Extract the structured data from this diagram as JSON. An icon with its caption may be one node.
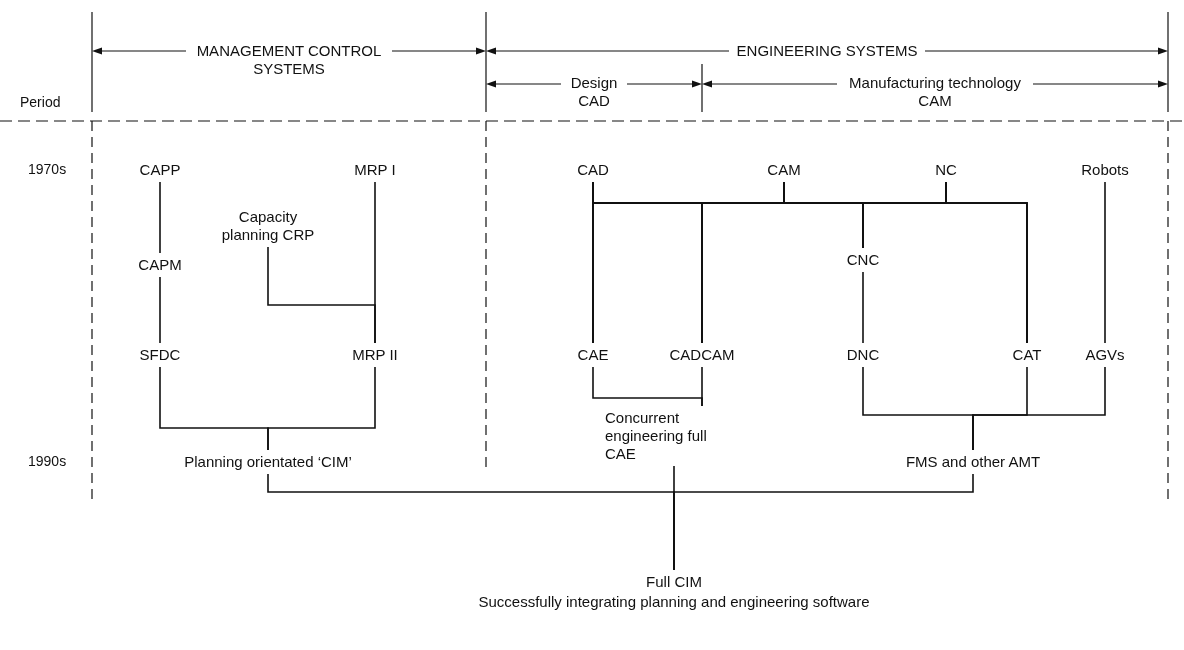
{
  "diagram": {
    "nodes": [
      {
        "text": [
          "CAPP"
        ]
      },
      {
        "text": [
          "MRP I"
        ]
      },
      {
        "text": [
          "Capacity planning CRP"
        ]
      },
      {
        "text": [
          "CAPM"
        ]
      },
      {
        "text": [
          "SFDC"
        ]
      },
      {
        "text": [
          "MRP II"
        ]
      },
      {
        "text": [
          "Planning orientated ‘CIM’"
        ]
      },
      {
        "text": [
          "CAD"
        ]
      },
      {
        "text": [
          "CAM"
        ]
      },
      {
        "text": [
          "NC"
        ]
      },
      {
        "text": [
          "Robots"
        ]
      },
      {
        "text": [
          "CNC"
        ]
      },
      {
        "text": [
          "CAE"
        ]
      },
      {
        "text": [
          "CADCAM"
        ]
      },
      {
        "text": [
          "DNC"
        ]
      },
      {
        "text": [
          "CAT"
        ]
      },
      {
        "text": [
          "AGVs"
        ]
      },
      {
        "text": [
          "Concurrent engineering full CAE"
        ]
      },
      {
        "text": [
          "FMS and other AMT"
        ]
      },
      {
        "text": [
          "Full CIM",
          "Successfully integrating planning and engineering software"
        ]
      }
    ],
    "edges": [
      {
        "from": 0,
        "to": 3,
        "arrow": "none"
      },
      {
        "from": 3,
        "to": 4,
        "arrow": "none"
      },
      {
        "from": 1,
        "to": 5,
        "arrow": "none"
      },
      {
        "from": 2,
        "to": 5,
        "arrow": "none"
      },
      {
        "from": 4,
        "to": 6,
        "arrow": "none"
      },
      {
        "from": 5,
        "to": 6,
        "arrow": "none"
      },
      {
        "from": 7,
        "to": 12,
        "arrow": "none"
      },
      {
        "from": 7,
        "to": 13,
        "arrow": "none"
      },
      {
        "from": 7,
        "to": 11,
        "arrow": "none"
      },
      {
        "from": 7,
        "to": 15,
        "arrow": "none"
      },
      {
        "from": 8,
        "to": 12,
        "arrow": "none"
      },
      {
        "from": 8,
        "to": 13,
        "arrow": "none"
      },
      {
        "from": 8,
        "to": 11,
        "arrow": "none"
      },
      {
        "from": 8,
        "to": 15,
        "arrow": "none"
      },
      {
        "from": 9,
        "to": 12,
        "arrow": "none"
      },
      {
        "from": 9,
        "to": 13,
        "arrow": "none"
      },
      {
        "from": 9,
        "to": 11,
        "arrow": "none"
      },
      {
        "from": 9,
        "to": 15,
        "arrow": "none"
      },
      {
        "from": 11,
        "to": 14,
        "arrow": "none"
      },
      {
        "from": 10,
        "to": 16,
        "arrow": "none"
      },
      {
        "from": 12,
        "to": 17,
        "arrow": "none"
      },
      {
        "from": 13,
        "to": 17,
        "arrow": "none"
      },
      {
        "from": 14,
        "to": 18,
        "arrow": "none"
      },
      {
        "from": 15,
        "to": 18,
        "arrow": "none"
      },
      {
        "from": 16,
        "to": 18,
        "arrow": "none"
      },
      {
        "from": 6,
        "to": 19,
        "arrow": "none"
      },
      {
        "from": 17,
        "to": 19,
        "arrow": "none"
      },
      {
        "from": 18,
        "to": 19,
        "arrow": "none"
      }
    ],
    "labels": [
      "MANAGEMENT CONTROL SYSTEMS",
      "ENGINEERING SYSTEMS",
      "Design CAD",
      "Manufacturing technology CAM",
      "Period",
      "1970s",
      "1990s"
    ]
  }
}
